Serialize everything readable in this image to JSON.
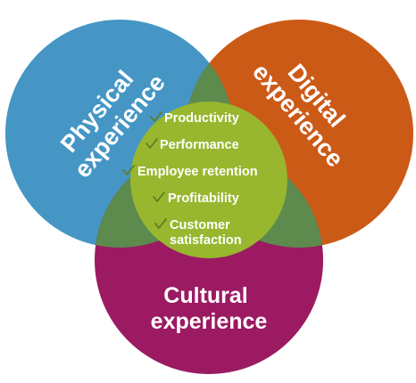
{
  "diagram": {
    "circles": {
      "physical": {
        "lines": [
          "Physical",
          "experience"
        ],
        "color": "#4596c4"
      },
      "digital": {
        "lines": [
          "Digital",
          "experience"
        ],
        "color": "#cc5a17"
      },
      "cultural": {
        "lines": [
          "Cultural",
          "experience"
        ],
        "color": "#9b1a62"
      }
    },
    "overlap_color": "#5d8a4d",
    "center": {
      "color": "#98b72e",
      "check_color": "#5f7d21",
      "outcomes": [
        {
          "lines": [
            "Productivity"
          ]
        },
        {
          "lines": [
            "Performance"
          ]
        },
        {
          "lines": [
            "Employee retention"
          ]
        },
        {
          "lines": [
            "Profitability"
          ]
        },
        {
          "lines": [
            "Customer",
            "satisfaction"
          ]
        }
      ]
    }
  }
}
